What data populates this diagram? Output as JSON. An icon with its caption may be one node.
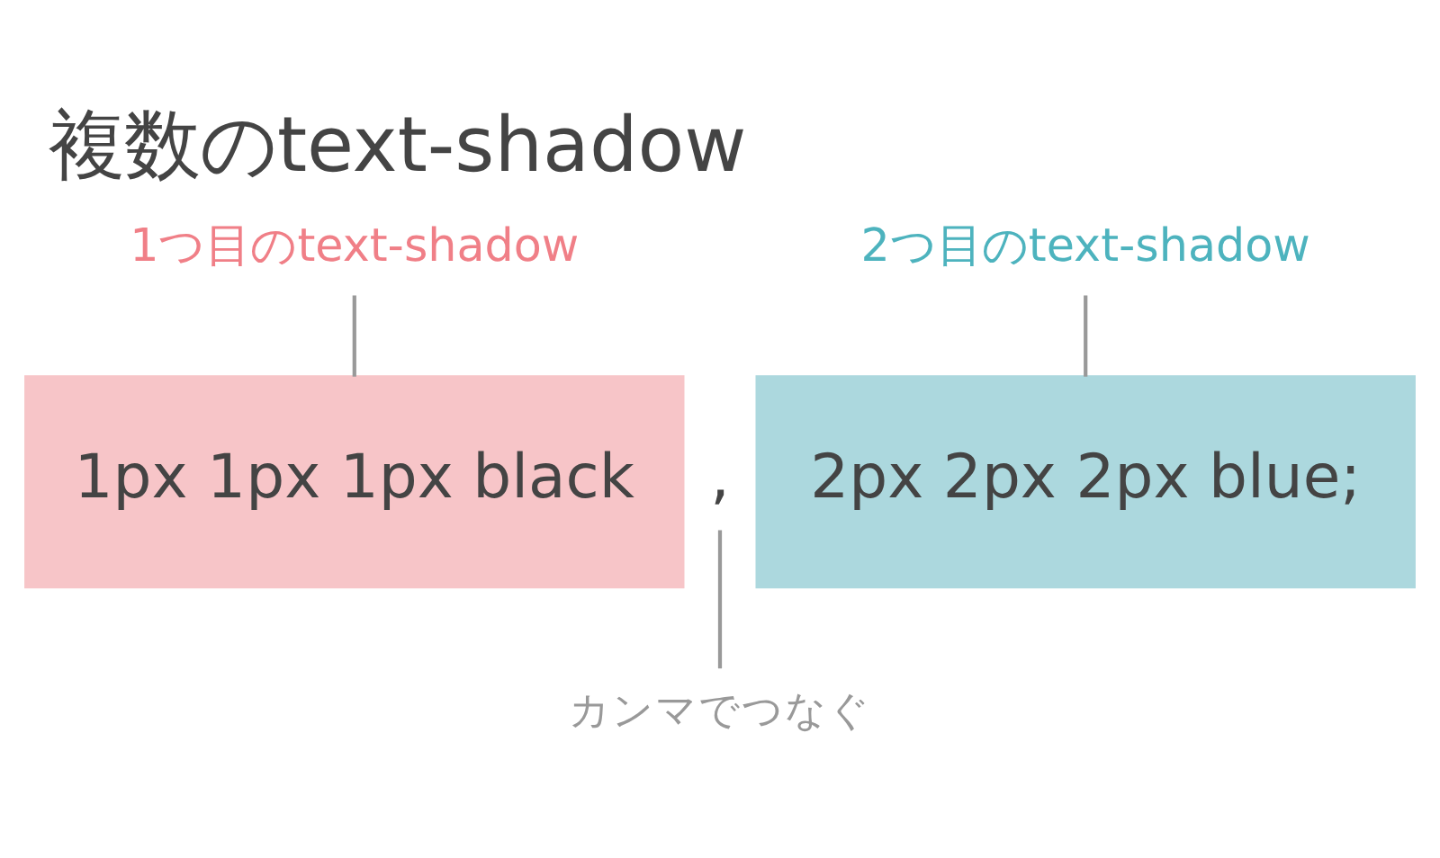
{
  "diagram": {
    "title": "複数のtext-shadow",
    "nodes": [
      {
        "text": [
          "1つ目のtext-shadow"
        ]
      },
      {
        "text": [
          "2つ目のtext-shadow"
        ]
      },
      {
        "text": [
          "1px 1px 1px black"
        ]
      },
      {
        "text": [
          ","
        ]
      },
      {
        "text": [
          "2px 2px 2px blue;"
        ]
      },
      {
        "text": [
          "カンマでつなぐ"
        ]
      }
    ],
    "edges": [
      {
        "from": 0,
        "to": 2,
        "arrow": "none"
      },
      {
        "from": 1,
        "to": 4,
        "arrow": "none"
      },
      {
        "from": 5,
        "to": 3,
        "arrow": "none"
      }
    ]
  }
}
